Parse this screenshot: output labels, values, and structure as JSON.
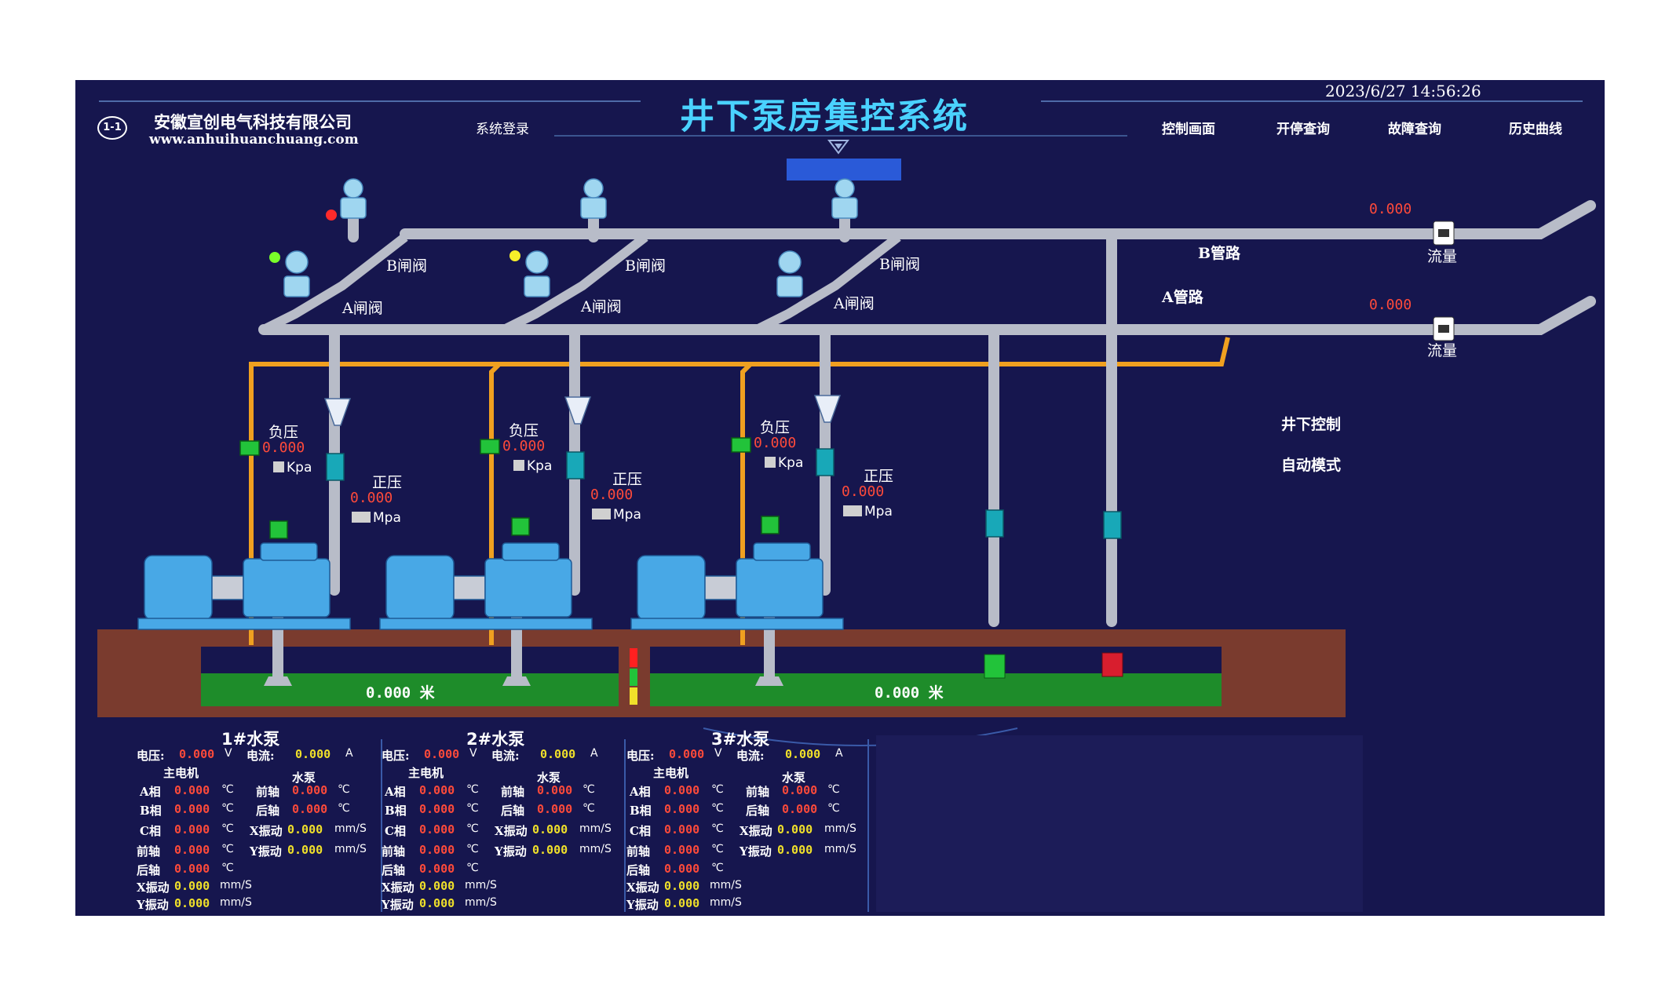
{
  "header": {
    "company_cn": "安徽宣创电气科技有限公司",
    "company_en": "www.anhuihuanchuang.com",
    "logo_text": "1-1",
    "title": "井下泵房集控系统",
    "datetime": "2023/6/27  14:56:26",
    "login": "系统登录",
    "nav": [
      "控制画面",
      "开停查询",
      "故障查询",
      "历史曲线"
    ]
  },
  "diagram": {
    "valve_b": "B闸阀",
    "valve_a": "A闸阀",
    "pipe_b": "B管路",
    "pipe_a": "A管路",
    "flow_label": "流量",
    "flow_b": "0.000",
    "flow_a": "0.000",
    "neg_pressure": "负压",
    "pos_pressure": "正压",
    "kpa": "Kpa",
    "mpa": "Mpa",
    "pumps": [
      {
        "neg": "0.000",
        "pos": "0.000"
      },
      {
        "neg": "0.000",
        "pos": "0.000"
      },
      {
        "neg": "0.000",
        "pos": "0.000"
      }
    ],
    "level_left": "0.000 米",
    "level_right": "0.000 米",
    "control_mode_1": "井下控制",
    "control_mode_2": "自动模式"
  },
  "panels": {
    "labels": {
      "voltage": "电压:",
      "current": "电流:",
      "unit_v": "V",
      "unit_a": "A",
      "motor": "主电机",
      "pump": "水泵",
      "phase_a": "A相",
      "phase_b": "B相",
      "phase_c": "C相",
      "front_bearing": "前轴",
      "rear_bearing": "后轴",
      "x_vib": "X振动",
      "y_vib": "Y振动",
      "unit_c": "℃",
      "unit_mms": "mm/S"
    },
    "items": [
      {
        "title": "1#水泵",
        "zero": "0.000"
      },
      {
        "title": "2#水泵",
        "zero": "0.000"
      },
      {
        "title": "3#水泵",
        "zero": "0.000"
      }
    ]
  },
  "colors": {
    "background": "#16164e",
    "pipe": "#b8bcc8",
    "orange_pipe": "#f0a020",
    "water": "#1e8c2a",
    "soil": "#7a3b2e",
    "title": "#4ad2ff",
    "value_red": "#ff4a3a",
    "value_yellow": "#f0e02a"
  }
}
